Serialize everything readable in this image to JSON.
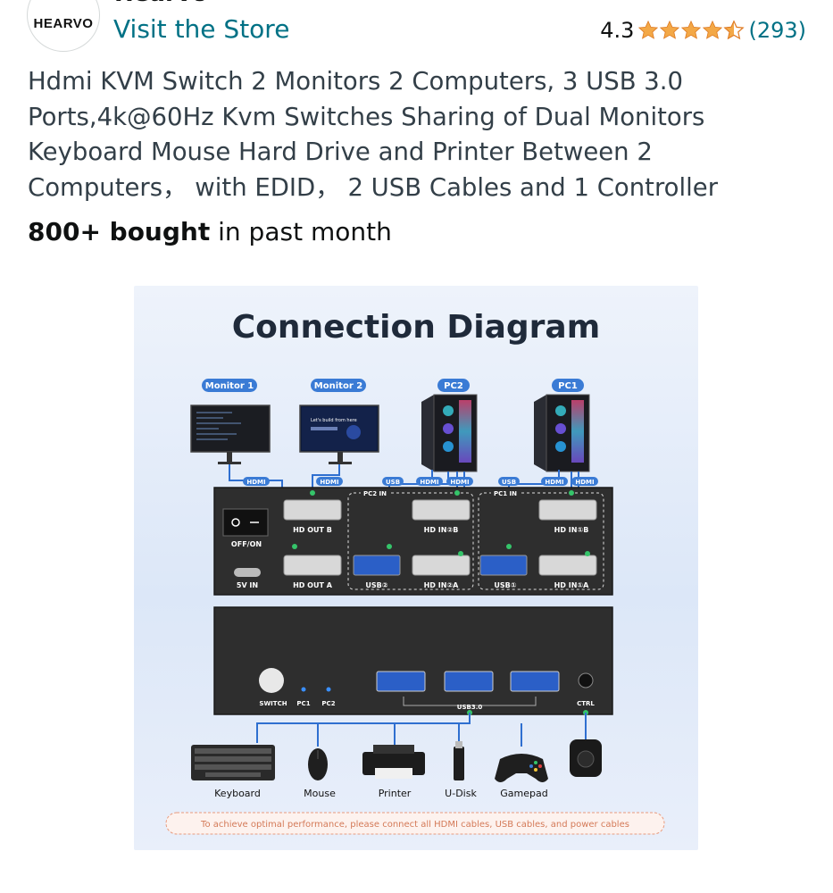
{
  "store": {
    "name": "Hearvo",
    "logo_text": "HEARVO",
    "visit_link": "Visit the Store"
  },
  "rating": {
    "value": "4.3",
    "stars": 4.3,
    "count": "(293)",
    "star_color": "#f3a847"
  },
  "product": {
    "title": "Hdmi KVM Switch 2 Monitors 2 Computers, 3 USB 3.0 Ports,4k@60Hz Kvm Switches Sharing of Dual Monitors Keyboard Mouse Hard Drive and Printer Between 2 Computers， with EDID， 2 USB Cables and 1 Controller",
    "bought_bold": "800+ bought",
    "bought_rest": " in past month"
  },
  "diagram": {
    "title": "Connection Diagram",
    "labels": {
      "monitor1": "Monitor 1",
      "monitor2": "Monitor 2",
      "pc2": "PC2",
      "pc1": "PC1",
      "screen_text": "Let's build from here",
      "hdmi": "HDMI",
      "usb": "USB",
      "pc2_in": "PC2 IN",
      "pc1_in": "PC1 IN",
      "off_on": "OFF/ON",
      "five_v_in": "5V IN",
      "hd_out_b": "HD OUT B",
      "hd_out_a": "HD OUT A",
      "hd_in_2b": "HD IN②B",
      "hd_in_2a": "HD IN②A",
      "hd_in_1b": "HD IN①B",
      "hd_in_1a": "HD IN①A",
      "usb2": "USB②",
      "usb1": "USB①",
      "switch": "SWITCH",
      "pc1_led": "PC1",
      "pc2_led": "PC2",
      "usb30": "USB3.0",
      "ctrl": "CTRL",
      "keyboard": "Keyboard",
      "mouse": "Mouse",
      "printer": "Printer",
      "udisk": "U-Disk",
      "gamepad": "Gamepad",
      "note": "To achieve optimal performance, please connect all HDMI cables, USB cables, and power cables"
    },
    "colors": {
      "accent_blue": "#3a7bd5",
      "cable_blue": "#2f6fd0",
      "dot_green": "#35c46a",
      "device_body": "#2e2e2e",
      "note_border": "#e89b7e"
    }
  }
}
